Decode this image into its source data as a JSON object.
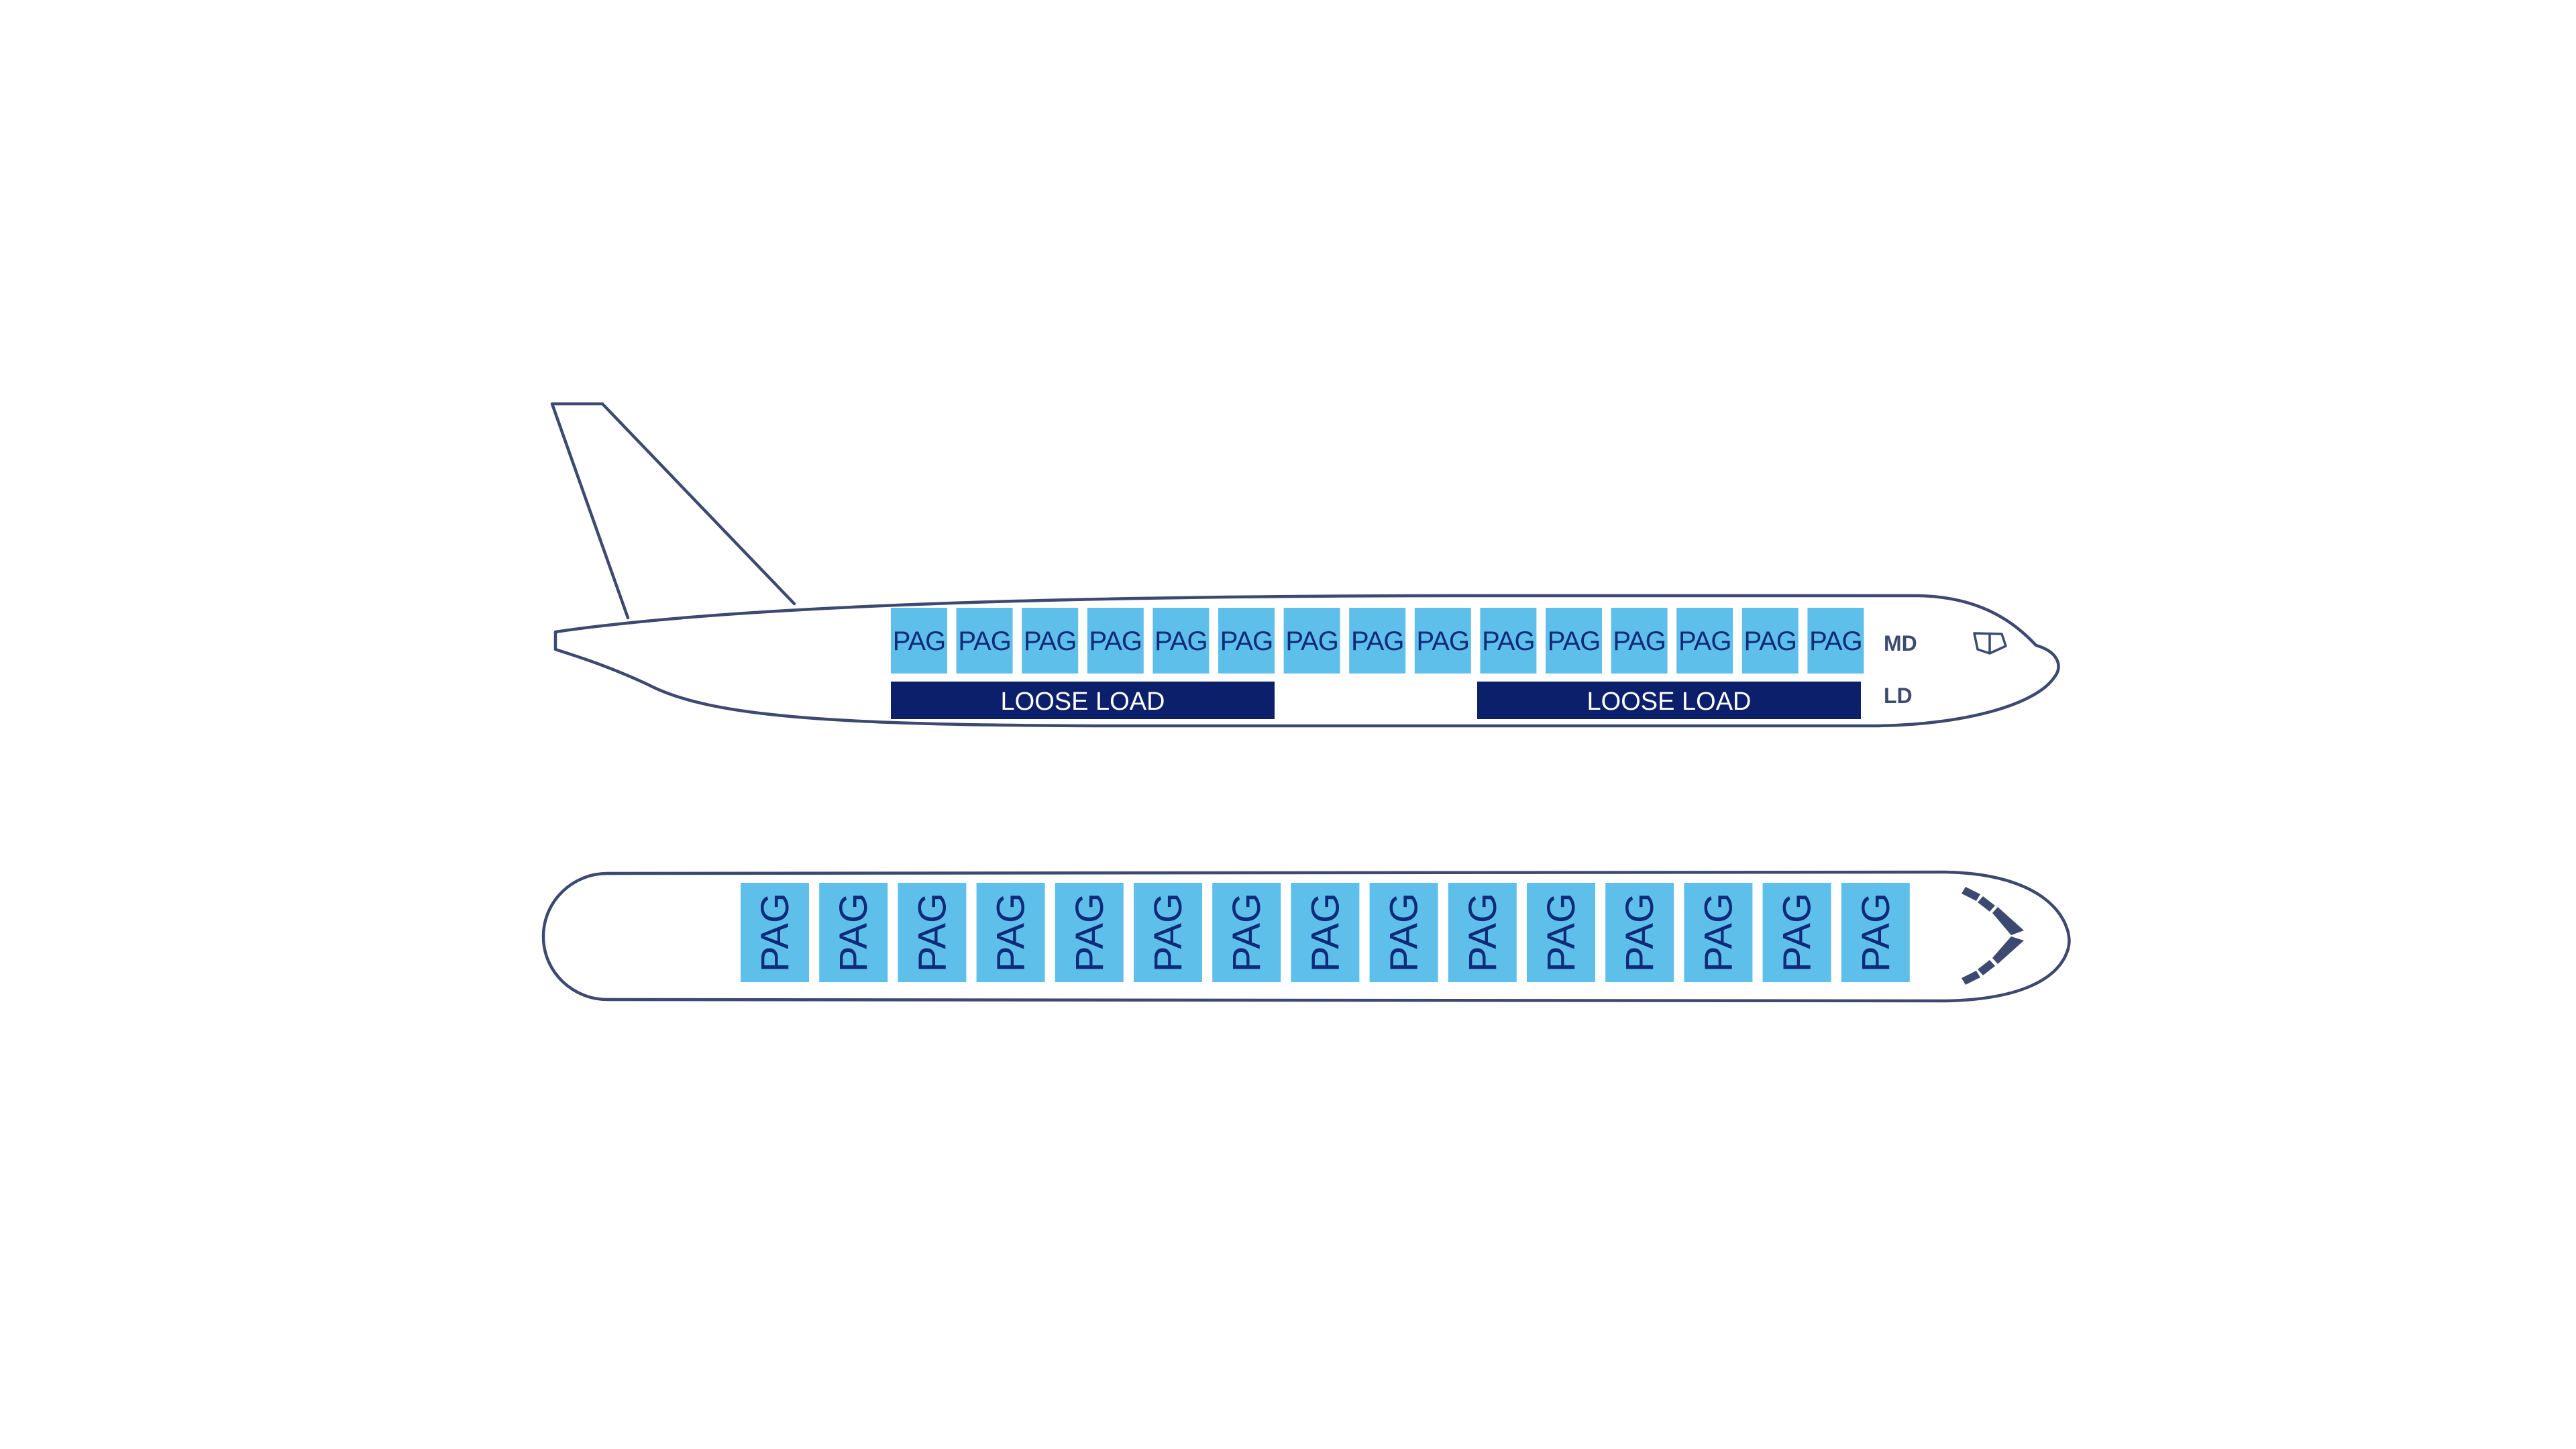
{
  "side_view": {
    "main_deck": {
      "label": "MD",
      "positions": [
        "PAG",
        "PAG",
        "PAG",
        "PAG",
        "PAG",
        "PAG",
        "PAG",
        "PAG",
        "PAG",
        "PAG",
        "PAG",
        "PAG",
        "PAG",
        "PAG",
        "PAG"
      ]
    },
    "lower_deck": {
      "label": "LD",
      "holds": [
        "LOOSE LOAD",
        "LOOSE LOAD"
      ]
    }
  },
  "top_view": {
    "positions": [
      "PAG",
      "PAG",
      "PAG",
      "PAG",
      "PAG",
      "PAG",
      "PAG",
      "PAG",
      "PAG",
      "PAG",
      "PAG",
      "PAG",
      "PAG",
      "PAG",
      "PAG"
    ]
  },
  "colors": {
    "outline": "#3c4a72",
    "pallet_fill": "#5ec0ea",
    "pallet_text": "#0e2a78",
    "loose_load_fill": "#0b1f6b",
    "loose_load_text": "#ffffff"
  }
}
